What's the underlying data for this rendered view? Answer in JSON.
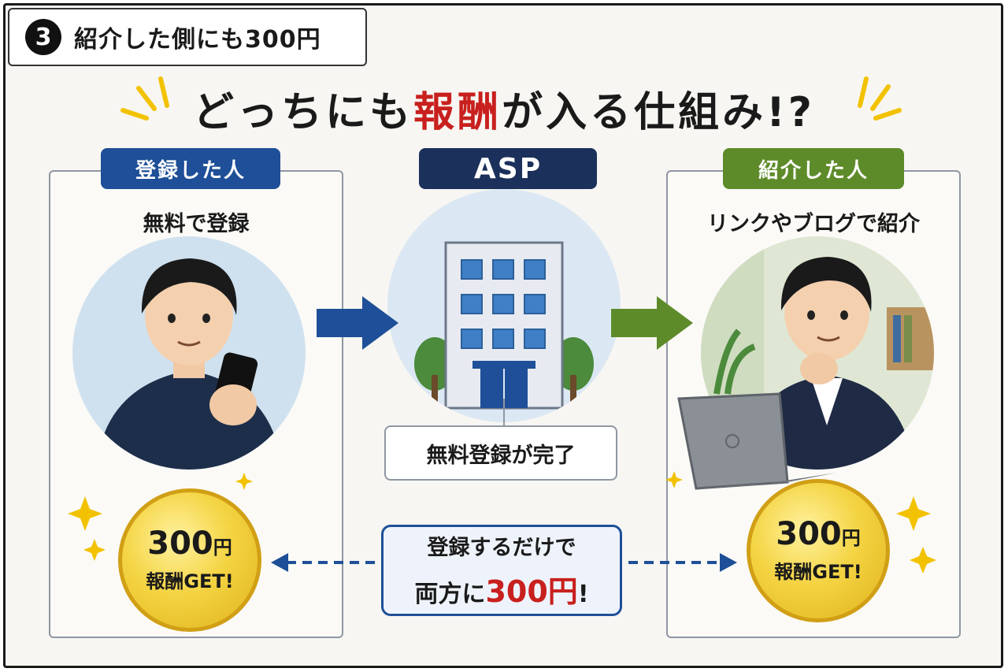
{
  "step": {
    "number": "3",
    "label": "紹介した側にも300円"
  },
  "headline": {
    "part1": "どっちにも",
    "accent": "報酬",
    "part2": "が入る仕組み!?"
  },
  "left_panel": {
    "badge": "登録した人",
    "subtitle": "無料で登録",
    "coin_amount": "300",
    "coin_unit": "円",
    "coin_label": "報酬GET!"
  },
  "center": {
    "badge": "ASP",
    "callout": "無料登録が完了",
    "box_line1": "登録するだけで",
    "box_line2_prefix": "両方に",
    "box_line2_amount": "300円",
    "box_line2_suffix": "!"
  },
  "right_panel": {
    "badge": "紹介した人",
    "subtitle": "リンクやブログで紹介",
    "coin_amount": "300",
    "coin_unit": "円",
    "coin_label": "報酬GET!"
  },
  "colors": {
    "blue": "#1e4f98",
    "navy": "#1b305a",
    "green": "#5e8b2a",
    "accent_red": "#c8201e",
    "gold": "#f4d443"
  }
}
